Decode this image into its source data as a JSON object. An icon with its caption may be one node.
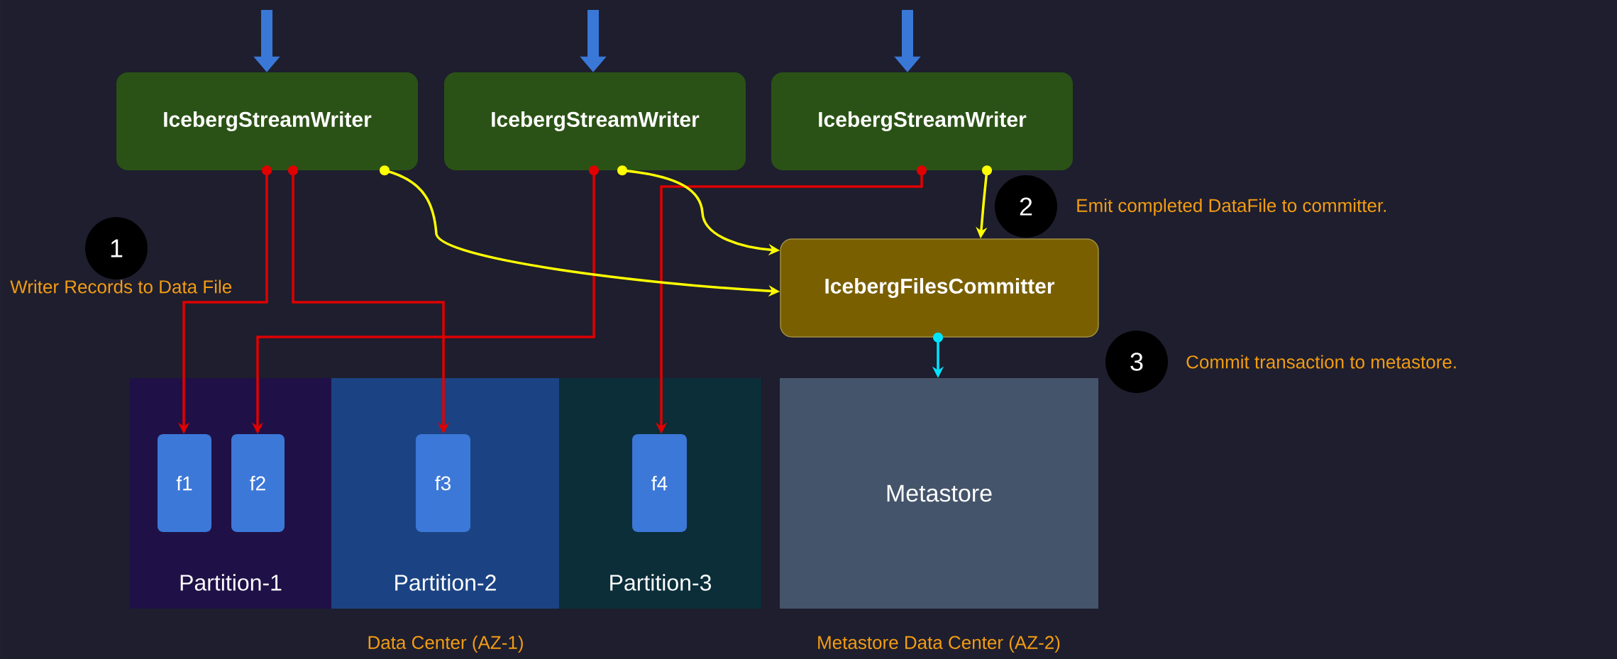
{
  "diagram": {
    "nodes": [
      {
        "text": [
          "IcebergStreamWriter"
        ]
      },
      {
        "text": [
          "IcebergStreamWriter"
        ]
      },
      {
        "text": [
          "IcebergStreamWriter"
        ]
      },
      {
        "text": [
          "1"
        ],
        "beside": [
          "Writer Records to Data File"
        ]
      },
      {
        "text": [
          "2"
        ],
        "beside": [
          "Emit completed DataFile to committer."
        ]
      },
      {
        "text": [
          "IcebergFilesCommitter"
        ]
      },
      {
        "text": [
          "3"
        ],
        "beside": [
          "Commit transaction to metastore."
        ]
      },
      {
        "text": [
          "Partition-1"
        ]
      },
      {
        "text": [
          "f1"
        ],
        "in": 7
      },
      {
        "text": [
          "f2"
        ],
        "in": 7
      },
      {
        "text": [
          "Partition-2"
        ]
      },
      {
        "text": [
          "f3"
        ],
        "in": 10
      },
      {
        "text": [
          "Partition-3"
        ]
      },
      {
        "text": [
          "f4"
        ],
        "in": 12
      },
      {
        "text": [
          "Metastore"
        ]
      }
    ],
    "edges": [
      {
        "from": null,
        "to": 0,
        "arrow": "to",
        "style": "thick",
        "color": "#3a78d8"
      },
      {
        "from": null,
        "to": 1,
        "arrow": "to",
        "style": "thick",
        "color": "#3a78d8"
      },
      {
        "from": null,
        "to": 2,
        "arrow": "to",
        "style": "thick",
        "color": "#3a78d8"
      },
      {
        "from": 0,
        "to": 8,
        "arrow": "to"
      },
      {
        "from": 0,
        "to": 11,
        "arrow": "to"
      },
      {
        "from": 1,
        "to": 9,
        "arrow": "to"
      },
      {
        "from": 2,
        "to": 13,
        "arrow": "to"
      },
      {
        "from": 0,
        "to": 5,
        "arrow": "to",
        "color": "#ffff00"
      },
      {
        "from": 1,
        "to": 5,
        "arrow": "to",
        "color": "#ffff00"
      },
      {
        "from": 2,
        "to": 5,
        "arrow": "to",
        "color": "#ffff00"
      },
      {
        "from": 5,
        "to": 14,
        "arrow": "to",
        "color": "#00e5ff"
      }
    ],
    "labels": [
      "Data Center (AZ-1)",
      "Metastore Data Center (AZ-2)"
    ]
  }
}
